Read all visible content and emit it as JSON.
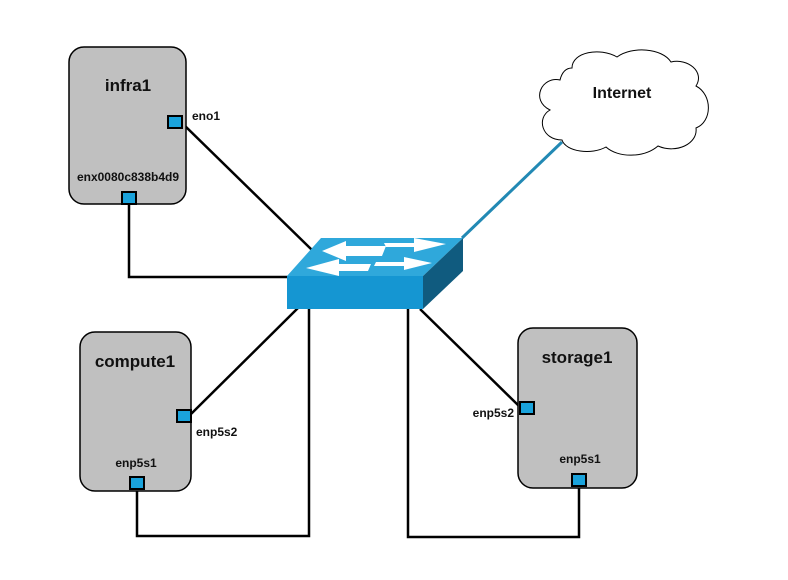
{
  "nodes": {
    "infra1": {
      "name": "infra1",
      "port_a": "eno1",
      "port_b": "enx0080c838b4d9"
    },
    "compute1": {
      "name": "compute1",
      "port_a": "enp5s2",
      "port_b": "enp5s1"
    },
    "storage1": {
      "name": "storage1",
      "port_a": "enp5s2",
      "port_b": "enp5s1"
    }
  },
  "cloud": {
    "label": "Internet"
  },
  "colors": {
    "node_fill": "#c0c0c0",
    "port_fill": "#1aa3dc",
    "switch_top": "#2fa8db",
    "switch_front": "#1596d2",
    "switch_side": "#105b7f",
    "uplink": "#2289b4",
    "wire": "#000000"
  }
}
